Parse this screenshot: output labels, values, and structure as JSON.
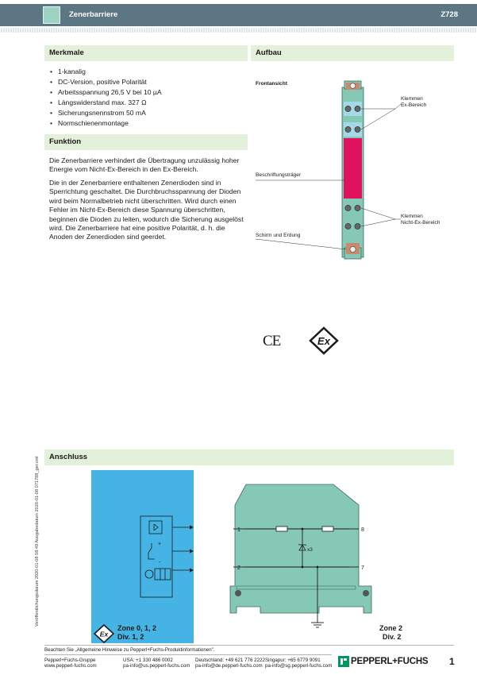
{
  "header": {
    "title": "Zenerbarriere",
    "code": "Z728"
  },
  "merkmale": {
    "heading": "Merkmale",
    "items": [
      "1-kanalig",
      "DC-Version, positive Polarität",
      "Arbeitsspannung 26,5 V bei 10 µA",
      "Längswiderstand max. 327 Ω",
      "Sicherungsnennstrom 50 mA",
      "Normschienenmontage"
    ]
  },
  "funktion": {
    "heading": "Funktion",
    "para1": "Die Zenerbarriere verhindert die Übertragung unzulässig hoher Energie vom Nicht-Ex-Bereich in den Ex-Bereich.",
    "para2": "Die in der Zenerbarriere enthaltenen Zenerdioden sind in Sperrichtung geschaltet. Die Durchbruchsspannung der Dioden wird beim Normalbetrieb nicht überschritten. Wird durch einen Fehler im Nicht-Ex-Bereich diese Spannung überschritten, beginnen die Dioden zu leiten, wodurch die Sicherung ausgelöst wird. Die Zenerbarriere hat eine positive Polarität, d. h. die Anoden der Zenerdioden sind geerdet."
  },
  "aufbau": {
    "heading": "Aufbau",
    "frontansicht": "Frontansicht",
    "klemmen_ex_1": "Klemmen",
    "klemmen_ex_2": "Ex-Bereich",
    "beschriftung": "Beschriftungsträger",
    "klemmen_nex_1": "Klemmen",
    "klemmen_nex_2": "Nicht-Ex-Bereich",
    "schirm": "Schirm und Erdung"
  },
  "marks": {
    "ce": "CE",
    "ex": "Ex"
  },
  "anschluss": {
    "heading": "Anschluss",
    "zone_left_1": "Zone 0, 1, 2",
    "zone_left_2": "Div. 1, 2",
    "zone_right_1": "Zone 2",
    "zone_right_2": "Div. 2",
    "t1": "1",
    "t2": "2",
    "t7": "7",
    "t8": "8",
    "x3": "x3",
    "plus": "+",
    "minus": "-"
  },
  "side_note": "Veröffentlichungsdatum 2020-01-08 08:49 Ausgabedatum 2020-01-08 071788_ger.xml",
  "footer": {
    "notice": "Beachten Sie „Allgemeine Hinweise zu Pepperl+Fuchs-Produktinformationen\".",
    "group_1": "Pepperl+Fuchs-Gruppe",
    "group_2": "www.pepperl-fuchs.com",
    "usa_1": "USA: +1 330 486 0002",
    "usa_2": "pa-info@us.pepperl-fuchs.com",
    "de_1": "Deutschland: +49 621 776 2222",
    "de_2": "pa-info@de.pepperl-fuchs.com",
    "sg_1": "Singapur: +65 6779 9091",
    "sg_2": "pa-info@sg.pepperl-fuchs.com",
    "brand": "PEPPERL+FUCHS",
    "page": "1"
  },
  "colors": {
    "header_band": "#5c7684",
    "section_bar": "#e3f1da",
    "module_green": "#86c8b6",
    "module_magenta": "#e0115f",
    "blue_panel": "#45b3e3",
    "brand_green": "#00965e"
  }
}
